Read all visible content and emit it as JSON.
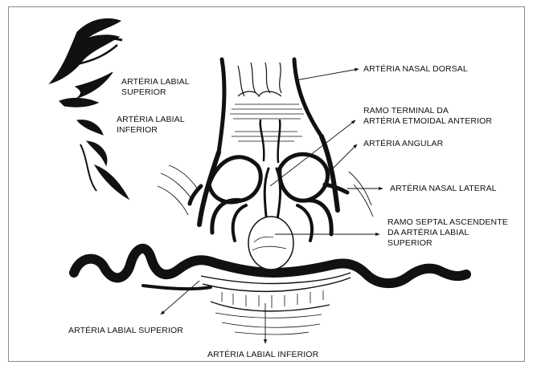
{
  "labels": {
    "arteria_labial_superior_top": [
      "ARTÉRIA LABIAL",
      "SUPERIOR"
    ],
    "arteria_labial_inferior_top": [
      "ARTÉRIA LABIAL",
      "INFERIOR"
    ],
    "arteria_nasal_dorsal": "ARTÉRIA NASAL DORSAL",
    "ramo_terminal": [
      "RAMO TERMINAL DA",
      "ARTÉRIA ETMOIDAL ANTERIOR"
    ],
    "arteria_angular": "ARTÉRIA ANGULAR",
    "arteria_nasal_lateral": "ARTÉRIA NASAL LATERAL",
    "ramo_septal": [
      "RAMO SEPTAL ASCENDENTE",
      "DA ARTÉRIA LABIAL",
      "SUPERIOR"
    ],
    "arteria_labial_superior_bottom": "ARTÉRIA LABIAL SUPERIOR",
    "arteria_labial_inferior_bottom": "ARTÉRIA LABIAL INFERIOR"
  }
}
